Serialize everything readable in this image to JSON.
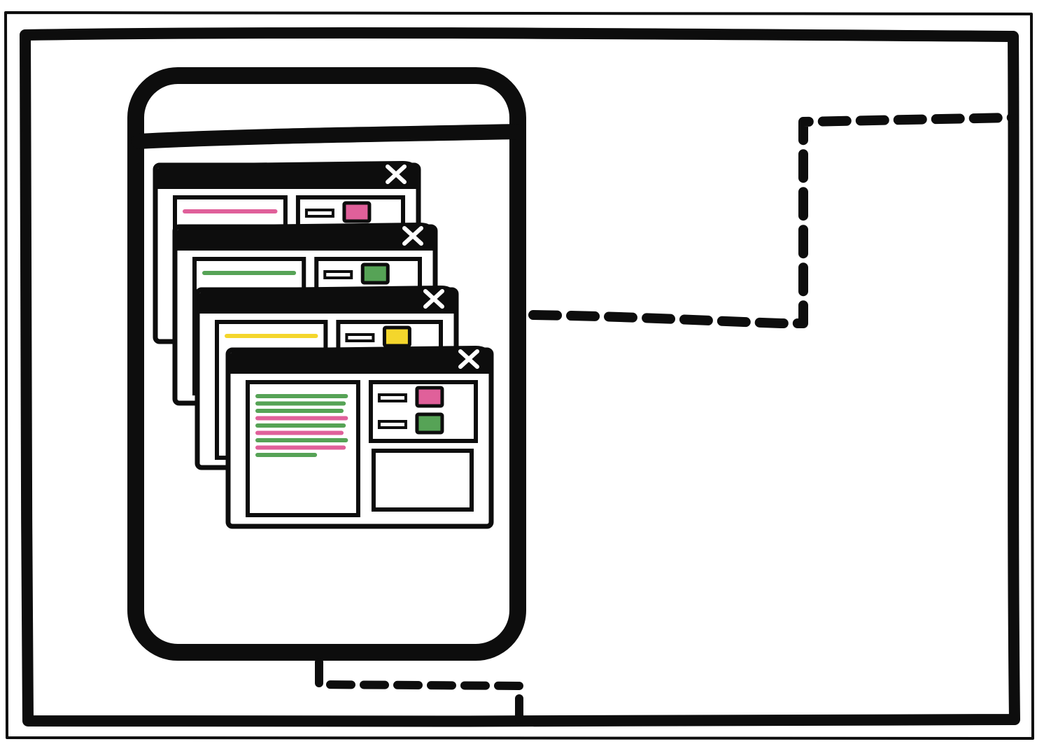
{
  "colors": {
    "ink": "#0d0d0d",
    "paper": "#ffffff",
    "pink": "#e0609a",
    "green": "#56a356",
    "yellow": "#f4d62c"
  },
  "icons": {
    "close": "close-x-icon"
  },
  "windows": [
    {
      "id": "window-1",
      "accent": "pink",
      "content_lines": [
        "pink"
      ],
      "chips": [
        "pink"
      ]
    },
    {
      "id": "window-2",
      "accent": "green",
      "content_lines": [
        "green"
      ],
      "chips": [
        "green"
      ]
    },
    {
      "id": "window-3",
      "accent": "yellow",
      "content_lines": [
        "yellow"
      ],
      "chips": [
        "yellow"
      ]
    },
    {
      "id": "window-4",
      "accent": "mixed",
      "content_lines": [
        "green",
        "green",
        "green",
        "pink",
        "green",
        "pink",
        "green",
        "pink",
        "green"
      ],
      "chips": [
        "pink",
        "green"
      ]
    }
  ]
}
